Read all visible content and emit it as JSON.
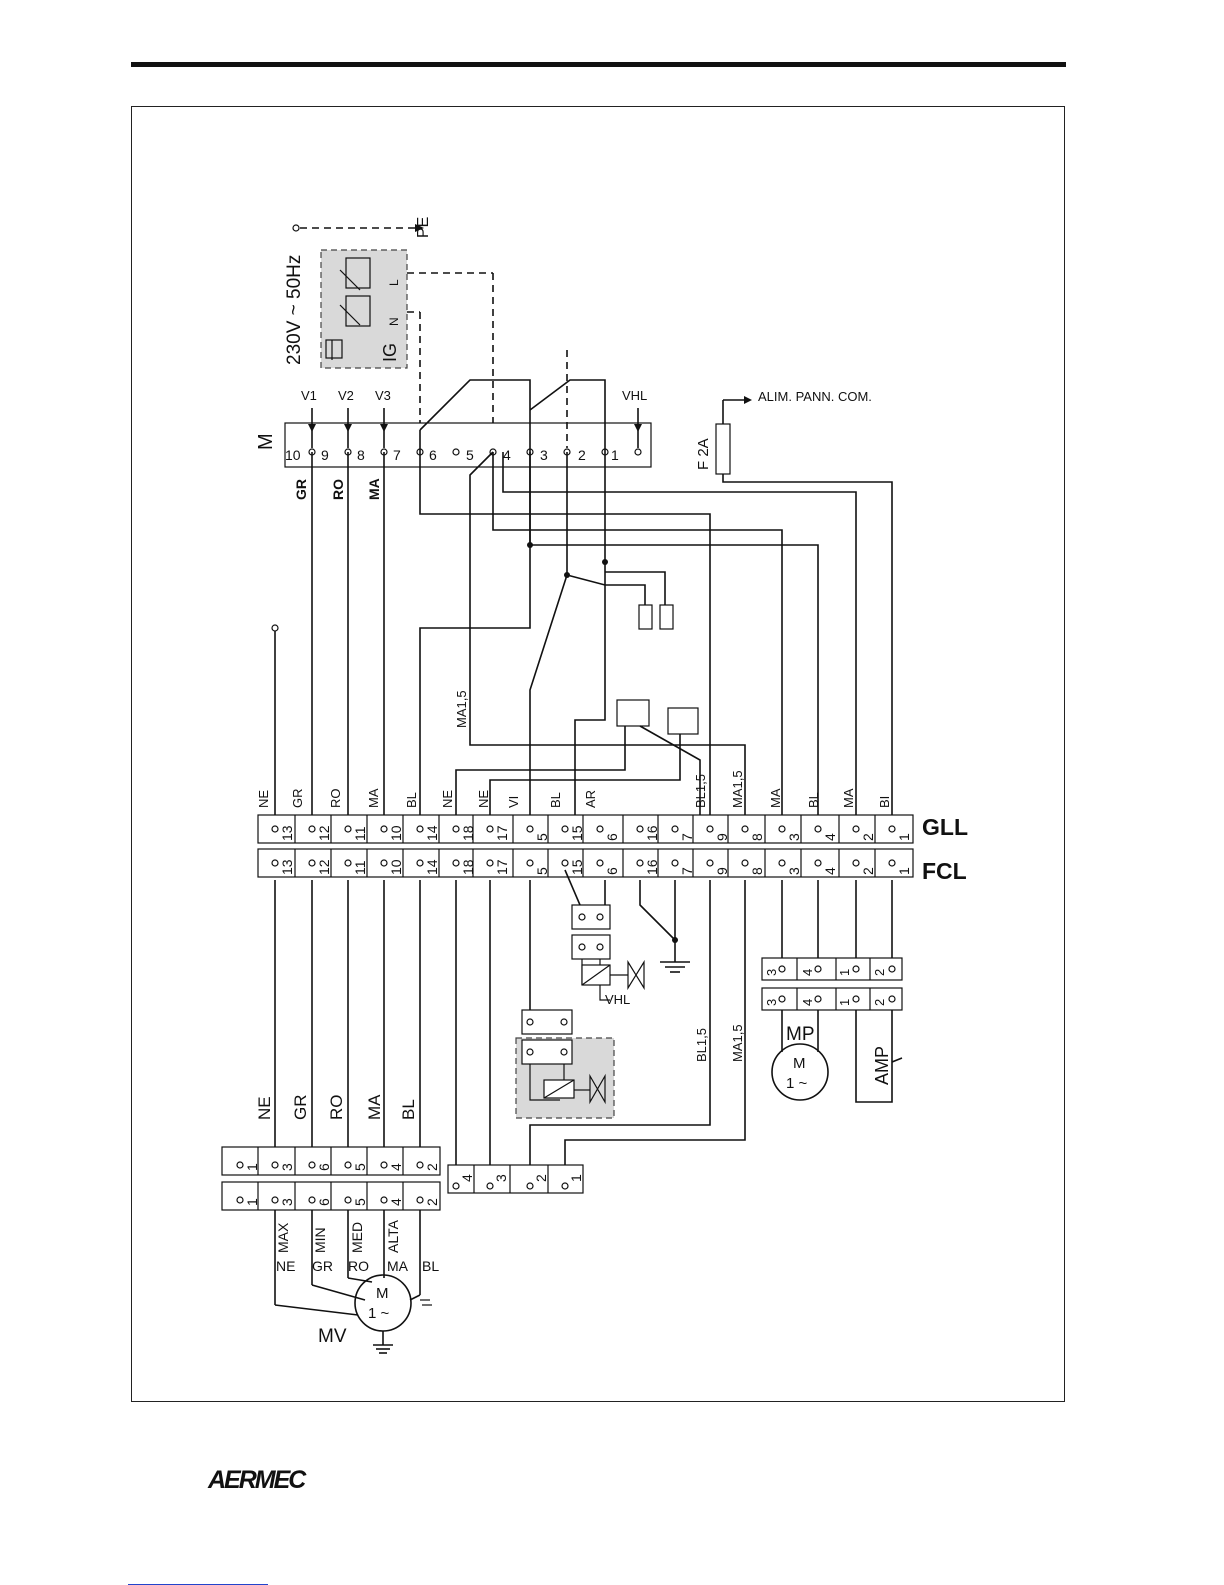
{
  "logo": "AERMEC",
  "supply": {
    "voltage": "230V ~ 50Hz",
    "pe": "PE",
    "ig": "IG",
    "l": "L",
    "n": "N"
  },
  "board": {
    "label": "M",
    "inputs": [
      "V1",
      "V2",
      "V3",
      "VHL"
    ],
    "terminals": [
      "10",
      "9",
      "8",
      "7",
      "6",
      "5",
      "4",
      "3",
      "2",
      "1"
    ],
    "wire_colors": [
      "GR",
      "RO",
      "MA"
    ]
  },
  "fuse": {
    "label": "F 2A",
    "alim": "ALIM. PANN. COM."
  },
  "strip_colors": [
    "NE",
    "GR",
    "RO",
    "MA",
    "BL",
    "NE",
    "NE",
    "VI",
    "BL",
    "AR",
    "BL1,5",
    "MA1,5",
    "MA",
    "BL",
    "MA",
    "BI"
  ],
  "strip_numbers": [
    "13",
    "12",
    "11",
    "10",
    "14",
    "18",
    "17",
    "5",
    "15",
    "6",
    "16",
    "7",
    "9",
    "8",
    "3",
    "4",
    "2",
    "1"
  ],
  "strip_gll": "GLL",
  "strip_fcl": "FCL",
  "wire_labels": {
    "ma15": "MA1,5",
    "bl15": "BL1,5"
  },
  "valve": {
    "label": "VHL"
  },
  "pump": {
    "label": "MP",
    "m": "M",
    "phase": "1 ~",
    "terminals": [
      "3",
      "4",
      "1",
      "2"
    ],
    "amp": "AMP"
  },
  "fan": {
    "label": "MV",
    "m": "M",
    "phase": "1 ~",
    "wire_colors": [
      "NE",
      "GR",
      "RO",
      "MA",
      "BL"
    ],
    "top_terms": [
      "1",
      "3",
      "6",
      "5",
      "4",
      "2"
    ],
    "speeds": [
      "MAX",
      "MIN",
      "MED",
      "ALTA"
    ],
    "motor_colors": [
      "NE",
      "GR",
      "RO",
      "MA",
      "BL"
    ]
  },
  "small_block": [
    "4",
    "3",
    "2",
    "1"
  ]
}
